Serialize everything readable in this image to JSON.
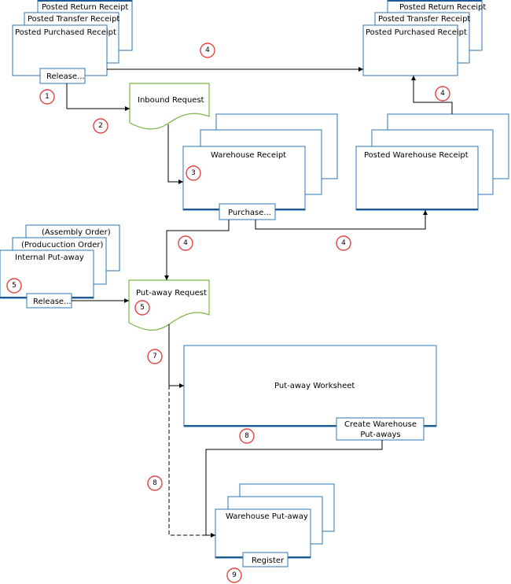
{
  "docs": {
    "posted_return_l": "Posted Return  Receipt",
    "posted_transfer_l": "Posted Transfer Receipt",
    "posted_purchased_l": "Posted Purchased Receipt",
    "release_l": "Release...",
    "posted_return_r": "Posted Return  Receipt",
    "posted_transfer_r": "Posted Transfer Receipt",
    "posted_purchased_r": "Posted Purchased Receipt",
    "inbound_request": "Inbound Request",
    "warehouse_receipt": "Warehouse Receipt",
    "purchase_btn": "Purchase...",
    "posted_warehouse_receipt": "Posted Warehouse Receipt",
    "assembly_order": "(Assembly Order)",
    "production_order": "(Producuction Order)",
    "internal_putaway": "Internal Put-away",
    "release_internal": "Release...",
    "putaway_request": "Put-away Request",
    "putaway_worksheet": "Put-away Worksheet",
    "create_wh_line1": "Create Warehouse",
    "create_wh_line2": "Put-aways",
    "warehouse_putaway": "Warehouse Put-away",
    "register_btn": "Register"
  },
  "badges": {
    "b1": "1",
    "b2": "2",
    "b3": "3",
    "b4_top": "4",
    "b4_right": "4",
    "b4_mid_left": "4",
    "b4_mid_right": "4",
    "b5_internal": "5",
    "b5_request": "5",
    "b7": "7",
    "b8_upper": "8",
    "b8_lower": "8",
    "b9": "9"
  },
  "colors": {
    "box_border": "#2e75b6",
    "request_border": "#7ab648",
    "badge_ring": "#e04545"
  }
}
